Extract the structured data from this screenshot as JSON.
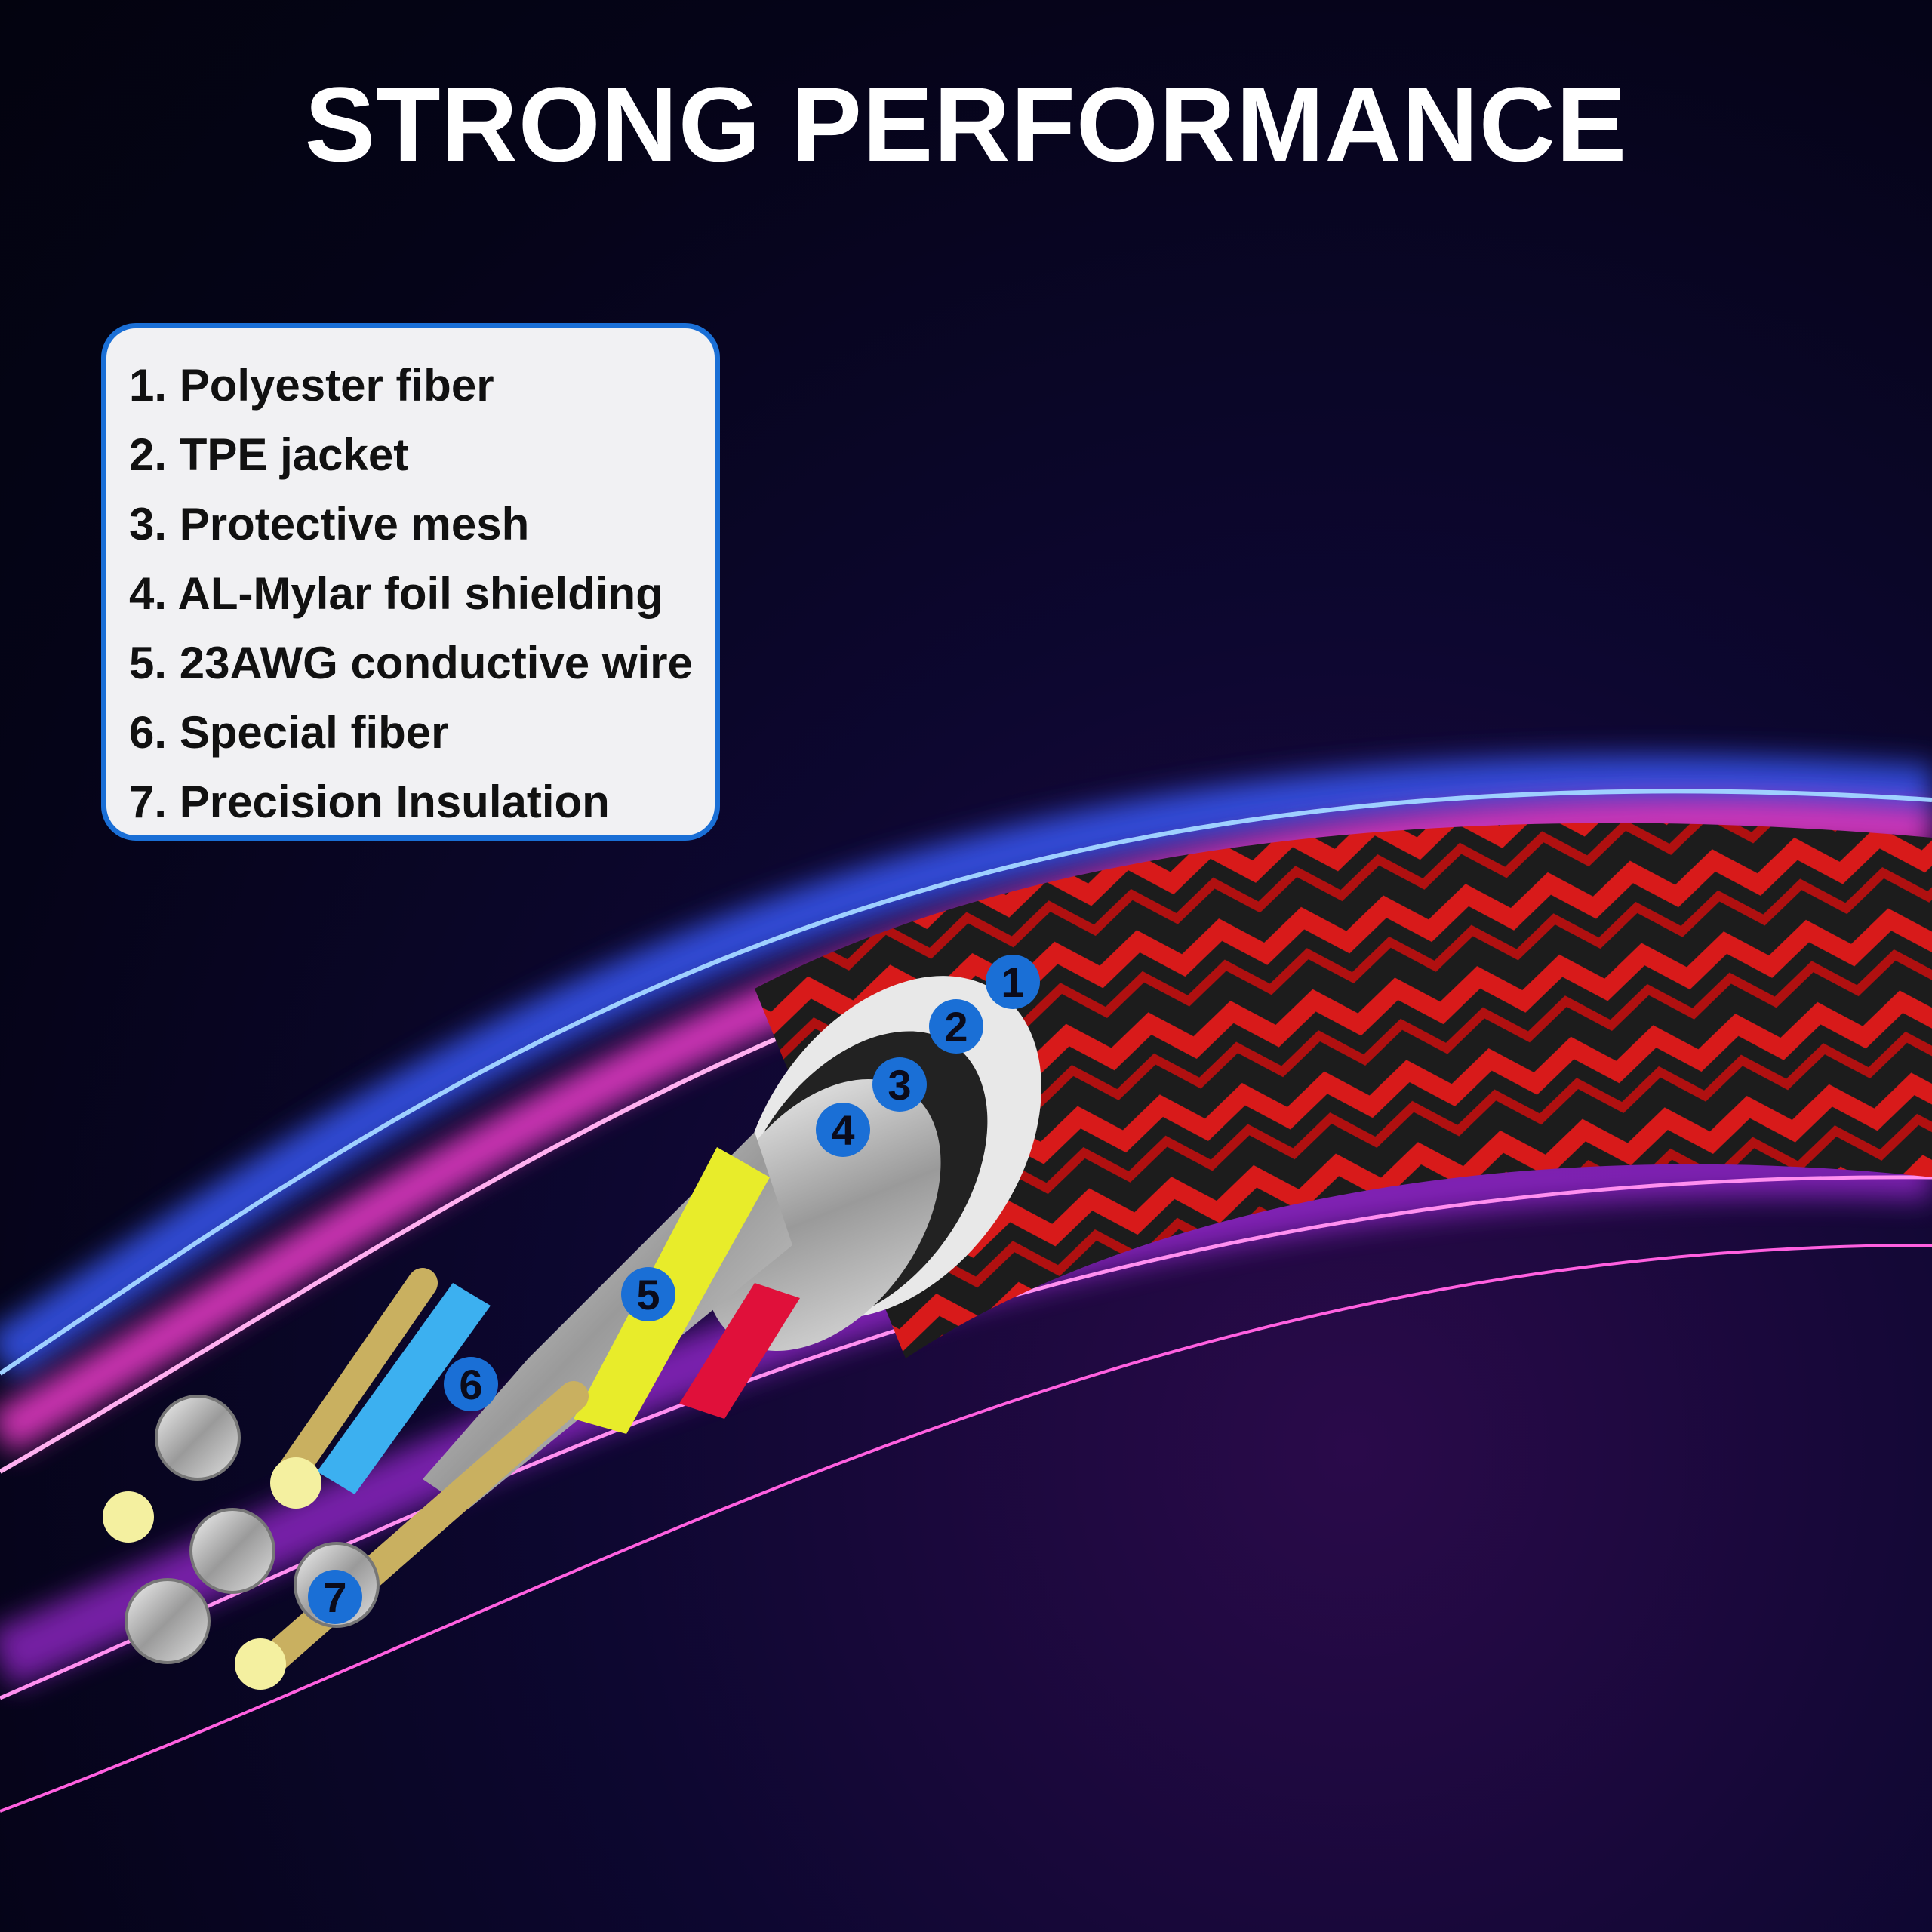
{
  "title": "STRONG PERFORMANCE",
  "legend": [
    "1. Polyester fiber",
    "2. TPE jacket",
    "3. Protective mesh",
    "4. AL-Mylar foil shielding",
    "5. 23AWG conductive wire",
    "6. Special fiber",
    "7. Precision Insulation"
  ],
  "markers": [
    "1",
    "2",
    "3",
    "4",
    "5",
    "6",
    "7"
  ],
  "colors": {
    "accent": "#1a6fd6",
    "braid_red": "#d81a1a",
    "braid_black": "#1a1a1a",
    "glow_pink": "#ff3fd8",
    "glow_blue": "#3a5bff"
  }
}
